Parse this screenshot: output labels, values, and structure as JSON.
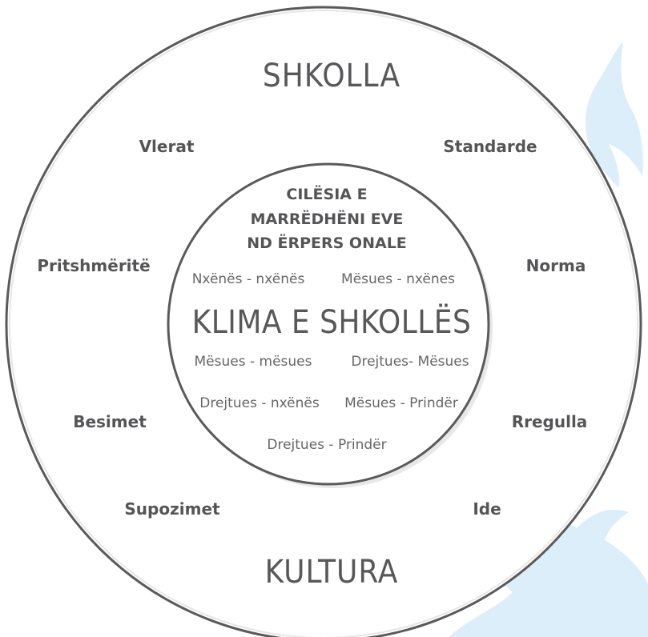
{
  "colors": {
    "ring_stroke": "#5a5a5c",
    "text": "#555558",
    "bird": "#d9ecf8"
  },
  "headings": {
    "top": "SHKOLLA",
    "bottom": "KULTURA",
    "center": "KLIMA E SHKOLLËS"
  },
  "outer_words": {
    "top_left": "Vlerat",
    "top_right": "Standarde",
    "mid_left": "Pritshmëritë",
    "mid_right": "Norma",
    "low_left": "Besimet",
    "low_right": "Rregulla",
    "bottom_left": "Supozimet",
    "bottom_right": "Ide"
  },
  "inner_heading": {
    "line1": "CILËSIA E",
    "line2": "MARRËDHËNI EVE",
    "line3": "ND ËRPERS ONALE"
  },
  "relations": {
    "r1": "Nxënës - nxënës",
    "r2": "Mësues - nxënes",
    "r3": "Mësues - mësues",
    "r4": "Drejtues- Mësues",
    "r5": "Drejtues - nxënës",
    "r6": "Mësues - Prindër",
    "r7": "Drejtues - Prindër"
  },
  "decorations": [
    "bird-icon",
    "bird-icon"
  ]
}
